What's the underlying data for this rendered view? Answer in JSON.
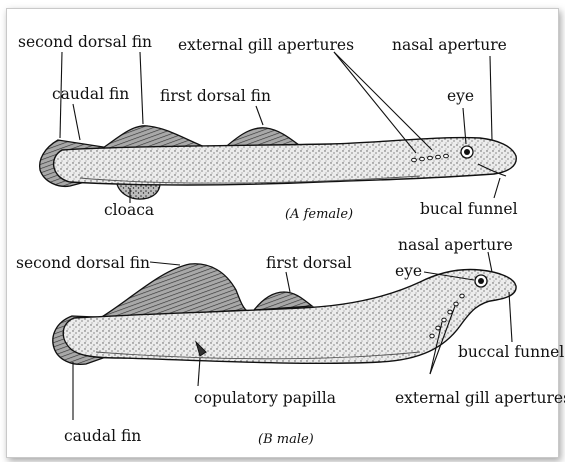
{
  "diagram": {
    "female": {
      "caption": "(A female)",
      "labels": {
        "second_dorsal_fin": "second dorsal fin",
        "caudal_fin": "caudal fin",
        "first_dorsal_fin": "first dorsal fin",
        "external_gill_apertures": "external gill apertures",
        "nasal_aperture": "nasal aperture",
        "eye": "eye",
        "cloaca": "cloaca",
        "bucal_funnel": "bucal funnel"
      }
    },
    "male": {
      "caption": "(B male)",
      "labels": {
        "second_dorsal_fin": "second dorsal fin",
        "first_dorsal": "first dorsal",
        "nasal_aperture": "nasal aperture",
        "eye": "eye",
        "buccal_funnel": "buccal funnel",
        "external_gill_apertures": "external gill apertures",
        "copulatory_papilla": "copulatory papilla",
        "caudal_fin": "caudal fin"
      }
    }
  },
  "colors": {
    "ink": "#111111",
    "body_fill": "#e6e6e6",
    "fin_fill": "#9a9a9a",
    "frame_border": "#c9c9c9"
  }
}
